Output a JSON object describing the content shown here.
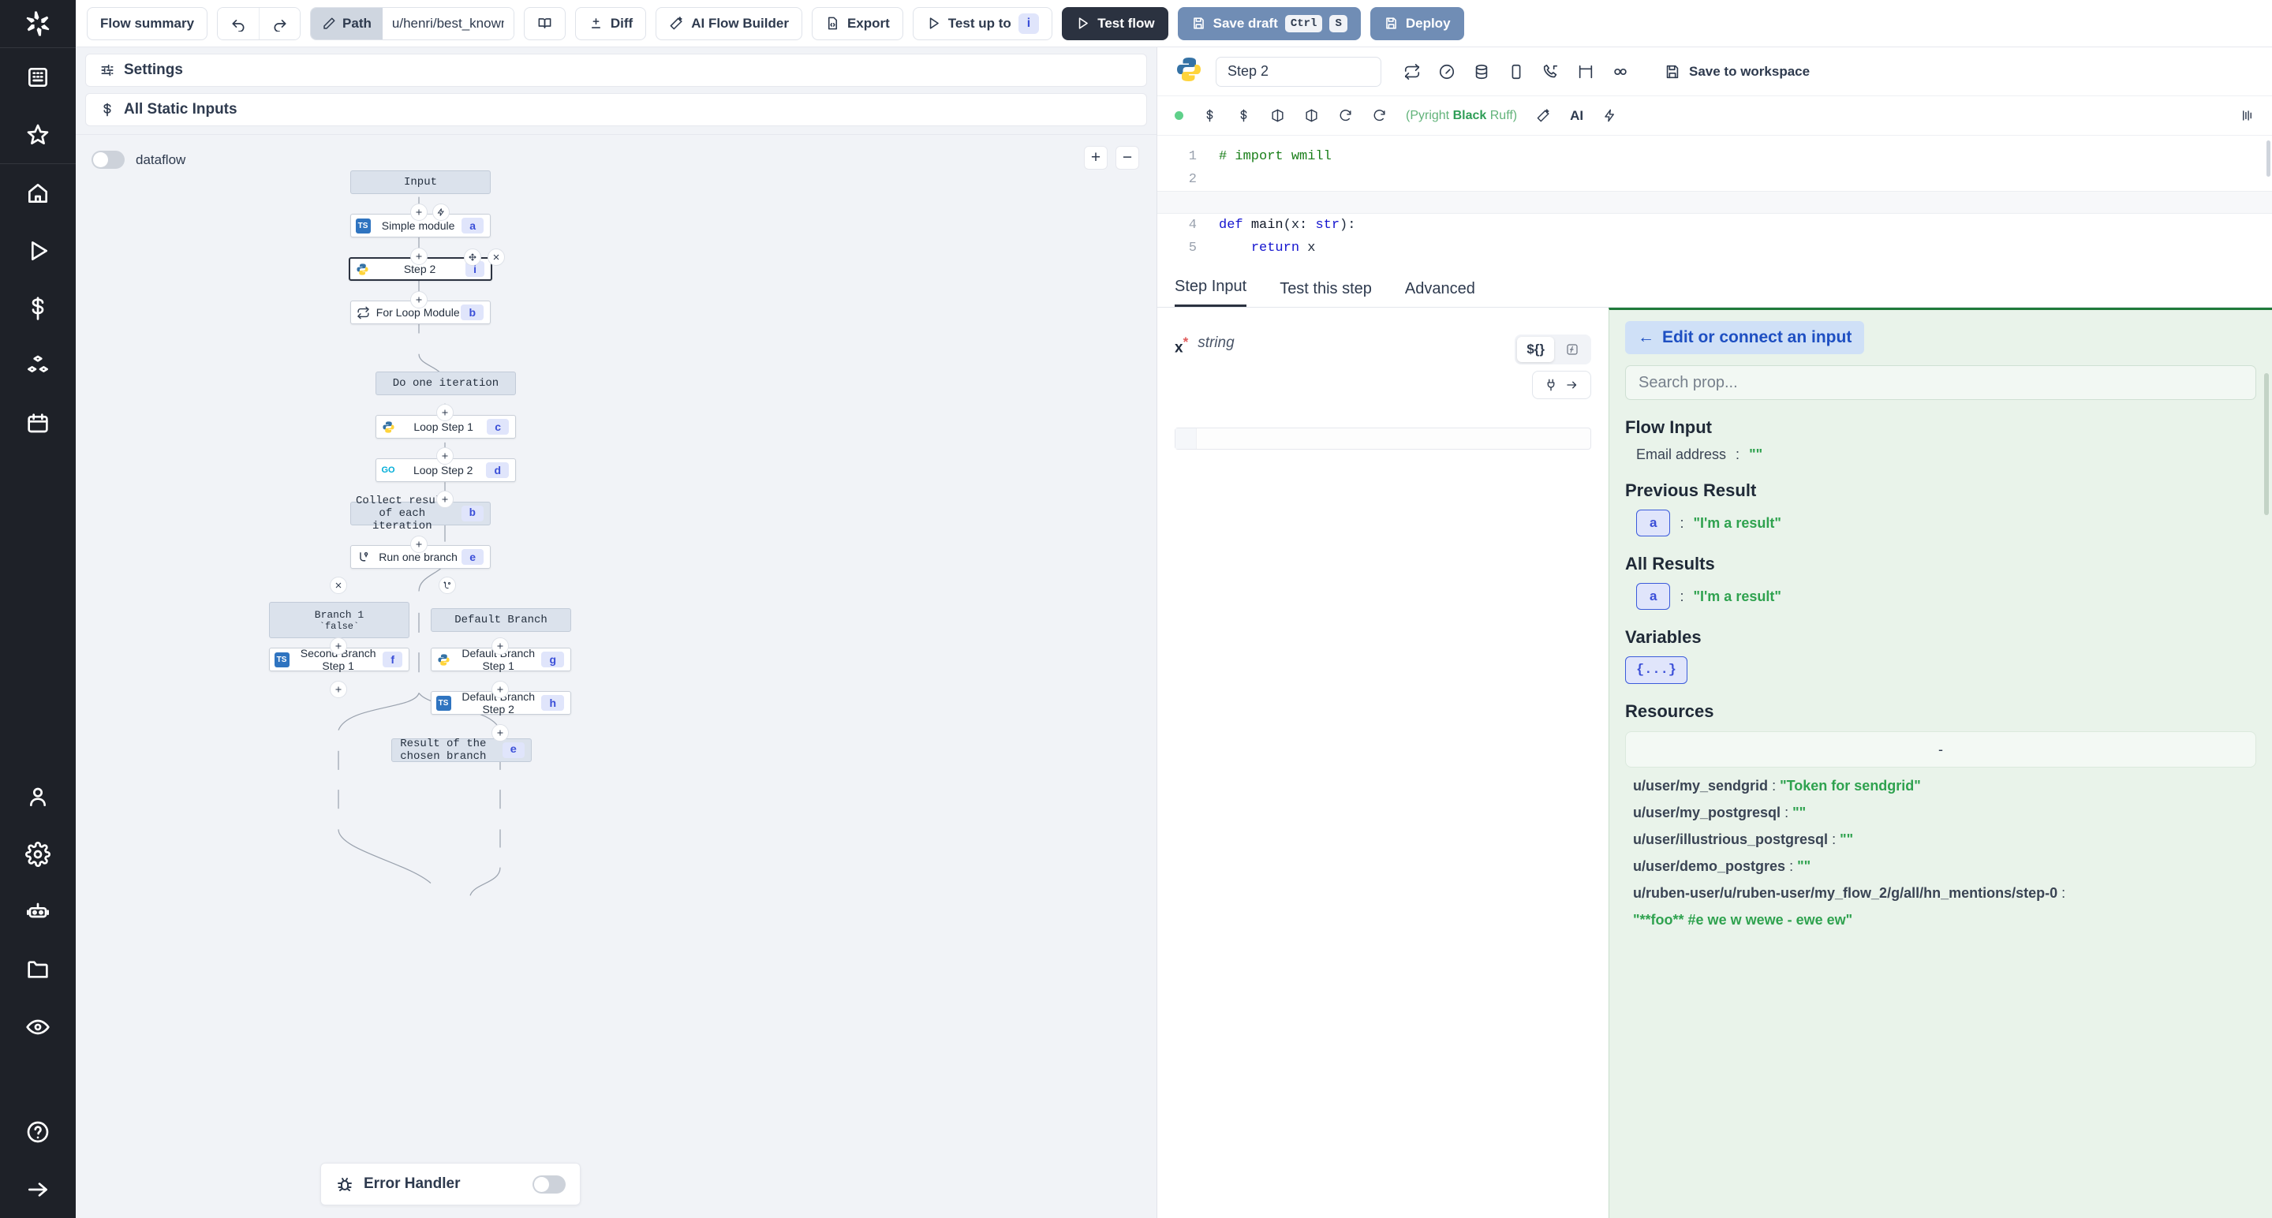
{
  "toolbar": {
    "flow_summary": "Flow summary",
    "undo_icon": "undo-icon",
    "redo_icon": "redo-icon",
    "path_label": "Path",
    "path_value": "u/henri/best_known",
    "book_icon": "book-icon",
    "diff": "Diff",
    "ai_flow_builder": "AI Flow Builder",
    "export": "Export",
    "test_up_to": "Test up to",
    "test_up_to_badge": "i",
    "test_flow": "Test flow",
    "save_draft": "Save draft",
    "save_draft_keys": [
      "Ctrl",
      "S"
    ],
    "deploy": "Deploy"
  },
  "rail": {
    "items": [
      {
        "name": "workspace-icon",
        "label": "Workspace"
      },
      {
        "name": "star-icon",
        "label": "Favorites"
      },
      {
        "name": "home-icon",
        "label": "Home"
      },
      {
        "name": "runs-icon",
        "label": "Runs"
      },
      {
        "name": "variables-icon",
        "label": "Variables"
      },
      {
        "name": "resources-icon",
        "label": "Resources"
      },
      {
        "name": "schedules-icon",
        "label": "Schedules"
      },
      {
        "name": "user-icon",
        "label": "User"
      },
      {
        "name": "settings-gear-icon",
        "label": "Settings"
      },
      {
        "name": "worker-robot-icon",
        "label": "Workers"
      },
      {
        "name": "folder-icon",
        "label": "Folders"
      },
      {
        "name": "eye-icon",
        "label": "Audit logs"
      },
      {
        "name": "help-circle-icon",
        "label": "Help"
      },
      {
        "name": "expand-arrow-icon",
        "label": "Expand"
      }
    ]
  },
  "panels": {
    "settings": "Settings",
    "all_static_inputs": "All Static Inputs"
  },
  "graph": {
    "dataflow_label": "dataflow",
    "zoom_in": "+",
    "zoom_out": "−",
    "nodes": [
      {
        "id": "input",
        "label": "Input",
        "kind": "virtual",
        "letter": "",
        "lang": ""
      },
      {
        "id": "a",
        "label": "Simple module",
        "kind": "step",
        "letter": "a",
        "lang": "ts"
      },
      {
        "id": "i",
        "label": "Step 2",
        "kind": "step-selected",
        "letter": "i",
        "lang": "python"
      },
      {
        "id": "b",
        "label": "For Loop Module",
        "kind": "step",
        "letter": "b",
        "lang": "loop"
      },
      {
        "id": "doone",
        "label": "Do one iteration",
        "kind": "virtual",
        "letter": "",
        "lang": ""
      },
      {
        "id": "c",
        "label": "Loop Step 1",
        "kind": "step",
        "letter": "c",
        "lang": "python"
      },
      {
        "id": "d",
        "label": "Loop Step 2",
        "kind": "step",
        "letter": "d",
        "lang": "go"
      },
      {
        "id": "collect",
        "label": "Collect result of each iteration",
        "kind": "virtual",
        "letter": "b",
        "lang": ""
      },
      {
        "id": "e",
        "label": "Run one branch",
        "kind": "step",
        "letter": "e",
        "lang": "branch"
      },
      {
        "id": "br1",
        "label": "Branch 1",
        "sublabel": "`false`",
        "kind": "virtual",
        "letter": "",
        "lang": ""
      },
      {
        "id": "brd",
        "label": "Default Branch",
        "kind": "virtual",
        "letter": "",
        "lang": ""
      },
      {
        "id": "f",
        "label": "Second Branch Step 1",
        "kind": "step",
        "letter": "f",
        "lang": "ts"
      },
      {
        "id": "g",
        "label": "Default Branch Step 1",
        "kind": "step",
        "letter": "g",
        "lang": "python"
      },
      {
        "id": "h",
        "label": "Default Branch Step 2",
        "kind": "step",
        "letter": "h",
        "lang": "ts"
      },
      {
        "id": "result",
        "label": "Result of the chosen branch",
        "kind": "virtual",
        "letter": "e",
        "lang": ""
      }
    ],
    "error_handler": "Error Handler"
  },
  "editor": {
    "lang_icon": "python-icon",
    "step_name": "Step 2",
    "header_icons": [
      "loop-icon",
      "timer-icon",
      "database-icon",
      "container-icon",
      "phone-icon",
      "kanban-icon",
      "link-icon"
    ],
    "save_to_workspace": "Save to workspace",
    "status_dot": "ok",
    "toolbar_icons": [
      "dollar-icon",
      "dollar-icon-2",
      "package-icon",
      "package-icon-2",
      "refresh-icon",
      "refresh-icon-2"
    ],
    "linters": "(Pyright Black Ruff)",
    "linter_parts": [
      "Pyright",
      "Black",
      "Ruff"
    ],
    "ai_label": "AI",
    "assistant_icon": "lightning-icon",
    "minimap_icon": "minimap-icon",
    "code_lines": [
      {
        "n": "1",
        "text": "# import wmill"
      },
      {
        "n": "2",
        "text": ""
      },
      {
        "n": "3",
        "text": ""
      },
      {
        "n": "4",
        "text": "def main(x: str):"
      },
      {
        "n": "5",
        "text": "    return x"
      }
    ],
    "current_line": "3"
  },
  "tabs": [
    {
      "label": "Step Input",
      "active": true
    },
    {
      "label": "Test this step",
      "active": false
    },
    {
      "label": "Advanced",
      "active": false
    }
  ],
  "step_input": {
    "arg_name": "x",
    "required_mark": "*",
    "arg_type": "string",
    "mode_expr": "${}",
    "mode_fn": "ƒ",
    "connect_label": "connect-arrow",
    "value": ""
  },
  "connect_pane": {
    "edit_or_connect": "Edit or connect an input",
    "back_arrow": "←",
    "search_placeholder": "Search prop...",
    "search_value": "",
    "flow_input": {
      "title": "Flow Input",
      "rows": [
        {
          "key": "Email address",
          "value": "\"\""
        }
      ]
    },
    "previous_result": {
      "title": "Previous Result",
      "rows": [
        {
          "chip": "a",
          "value": "\"I'm a result\""
        }
      ]
    },
    "all_results": {
      "title": "All Results",
      "rows": [
        {
          "chip": "a",
          "value": "\"I'm a result\""
        }
      ]
    },
    "variables": {
      "title": "Variables",
      "chip": "{...}"
    },
    "resources": {
      "title": "Resources",
      "empty_value": "-",
      "rows": [
        {
          "key": "u/user/my_sendgrid",
          "value": "\"Token for sendgrid\""
        },
        {
          "key": "u/user/my_postgresql",
          "value": "\"\""
        },
        {
          "key": "u/user/illustrious_postgresql",
          "value": "\"\""
        },
        {
          "key": "u/user/demo_postgres",
          "value": "\"\""
        },
        {
          "key": "u/ruben-user/u/ruben-user/my_flow_2/g/all/hn_mentions/step-0",
          "value": "\"**foo** #e we w wewe - ewe ew\""
        }
      ]
    }
  },
  "colors": {
    "accent_blue": "#3b4fd8",
    "dark": "#2b3240",
    "blue_btn": "#708db5",
    "green_bg": "#e9f3ea",
    "green_border": "#1f7a3a",
    "node_virtual": "#dbe2ec"
  }
}
